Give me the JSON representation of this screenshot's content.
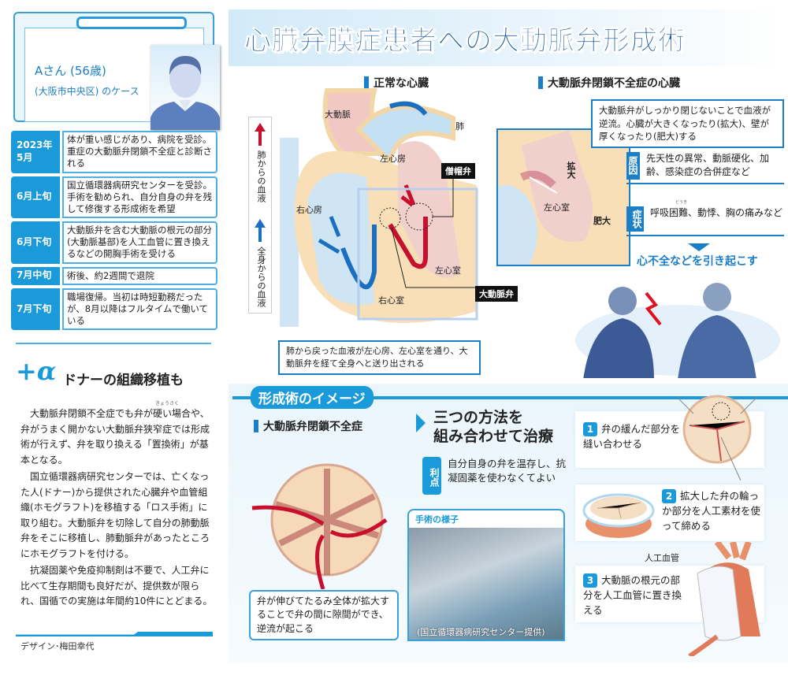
{
  "case_card": {
    "name": "Aさん (56歳)",
    "location": "(大阪市中央区) のケース",
    "icon": "patient-silhouette-icon"
  },
  "timeline": [
    {
      "date": "2023年\n5月",
      "text": "体が重い感じがあり、病院を受診。重症の大動脈弁閉鎖不全症と診断される"
    },
    {
      "date": "6月上旬",
      "text": "国立循環器病研究センターを受診。手術を勧められ、自分自身の弁を残して修復する形成術を希望"
    },
    {
      "date": "6月下旬",
      "text": "大動脈弁を含む大動脈の根元の部分(大動脈基部)を人工血管に置き換えるなどの開胸手術を受ける"
    },
    {
      "date": "7月中旬",
      "text": "術後、約2週間で退院"
    },
    {
      "date": "7月下旬",
      "text": "職場復帰。当初は時短勤務だったが、8月以降はフルタイムで働いている"
    }
  ],
  "sidebar_article": {
    "prefix": "+α",
    "title": "ドナーの組織移植も",
    "ruby": "きょうさく",
    "paragraphs": [
      "大動脈弁閉鎖不全症でも弁が硬い場合や、弁がうまく開かない大動脈弁狭窄症では形成術が行えず、弁を取り換える「置換術」が基本となる。",
      "国立循環器病研究センターでは、亡くなった人(ドナー)から提供された心臓弁や血管組織(ホモグラフト)を移植する「ロス手術」に取り組む。大動脈弁を切除して自分の肺動脈弁をそこに移植し、肺動脈弁があったところにホモグラフトを付ける。",
      "抗凝固薬や免疫抑制剤は不要で、人工弁に比べて生存期間も良好だが、提供数が限られ、国循での実施は年間約10件にとどまる。"
    ],
    "credit": "デザイン･梅田幸代"
  },
  "title": "心臓弁膜症患者への大動脈弁形成術",
  "normal_heart": {
    "heading": "正常な心臓",
    "legend_red": "肺からの血液",
    "legend_blue": "全身からの血液",
    "labels": {
      "aorta": "大動脈",
      "lung": "肺",
      "left_atrium": "左心房",
      "right_atrium": "右心房",
      "left_ventricle": "左心室",
      "right_ventricle": "右心室",
      "mitral_valve": "僧帽弁",
      "aortic_valve": "大動脈弁"
    },
    "caption": "肺から戻った血液が左心房、左心室を通り、大動脈弁を経て全身へと送り出される",
    "colors": {
      "arterial": "#c8102e",
      "venous": "#1a6fc0"
    }
  },
  "regurgitation_heart": {
    "heading": "大動脈弁閉鎖不全症の心臓",
    "labels": {
      "dilation": "拡大",
      "left_ventricle": "左心室",
      "hypertrophy": "肥大"
    },
    "description": "大動脈弁がしっかり閉じないことで血液が逆流。心臓が大きくなったり(拡大)、壁が厚くなったり(肥大)する",
    "cause_tag": "原因",
    "cause": "先天性の異常、動脈硬化、加齢、感染症の合併症など",
    "symptom_tag": "症状",
    "symptom_ruby": "どうき",
    "symptom": "呼吸困難、動悸、胸の痛みなど",
    "result": "心不全などを引き起こす"
  },
  "repair_image": {
    "section_title": "形成術のイメージ",
    "sub_heading": "大動脈弁閉鎖不全症",
    "valve_caption": "弁が伸びてたるみ全体が拡大することで弁の間に隙間ができ、逆流が起こる",
    "methods_title": "三つの方法を\n組み合わせて治療",
    "benefit_tag": "利点",
    "benefit": "自分自身の弁を温存し、抗凝固薬を使わなくてよい",
    "photo_label": "手術の様子",
    "photo_credit": "(国立循環器病研究センター提供)",
    "methods": [
      {
        "num": "1",
        "text": "弁の緩んだ部分を縫い合わせる"
      },
      {
        "num": "2",
        "text": "拡大した弁の輪っか部分を人工素材を使って締める"
      },
      {
        "num": "3",
        "text": "大動脈の根元の部分を人工血管に置き換える"
      }
    ],
    "graft_label": "人工血管"
  },
  "accent_color": "#1a9ad8"
}
